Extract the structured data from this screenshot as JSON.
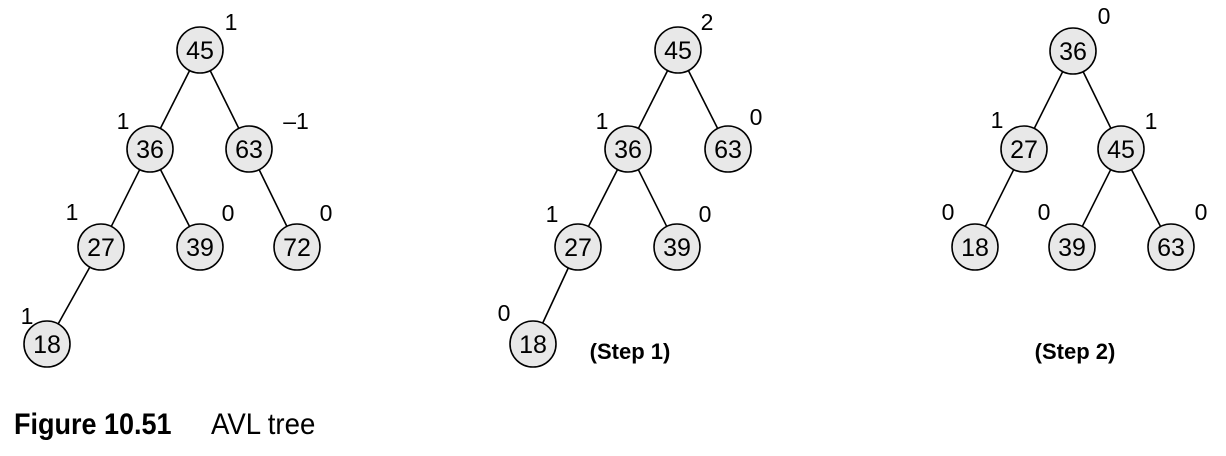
{
  "caption": {
    "number": "Figure 10.51",
    "title": "AVL tree"
  },
  "trees": [
    {
      "step_label": "",
      "nodes": [
        {
          "id": "a45",
          "value": "45",
          "balance": "1"
        },
        {
          "id": "a36",
          "value": "36",
          "balance": "1"
        },
        {
          "id": "a63",
          "value": "63",
          "balance": "–1"
        },
        {
          "id": "a27",
          "value": "27",
          "balance": "1"
        },
        {
          "id": "a39",
          "value": "39",
          "balance": "0"
        },
        {
          "id": "a72",
          "value": "72",
          "balance": "0"
        },
        {
          "id": "a18",
          "value": "18",
          "balance": "1"
        }
      ],
      "edges": [
        [
          "a45",
          "a36"
        ],
        [
          "a45",
          "a63"
        ],
        [
          "a36",
          "a27"
        ],
        [
          "a36",
          "a39"
        ],
        [
          "a63",
          "a72"
        ],
        [
          "a27",
          "a18"
        ]
      ]
    },
    {
      "step_label": "(Step 1)",
      "nodes": [
        {
          "id": "b45",
          "value": "45",
          "balance": "2"
        },
        {
          "id": "b36",
          "value": "36",
          "balance": "1"
        },
        {
          "id": "b63",
          "value": "63",
          "balance": "0"
        },
        {
          "id": "b27",
          "value": "27",
          "balance": "1"
        },
        {
          "id": "b39",
          "value": "39",
          "balance": "0"
        },
        {
          "id": "b18",
          "value": "18",
          "balance": "0"
        }
      ],
      "edges": [
        [
          "b45",
          "b36"
        ],
        [
          "b45",
          "b63"
        ],
        [
          "b36",
          "b27"
        ],
        [
          "b36",
          "b39"
        ],
        [
          "b27",
          "b18"
        ]
      ]
    },
    {
      "step_label": "(Step 2)",
      "nodes": [
        {
          "id": "c36",
          "value": "36",
          "balance": "0"
        },
        {
          "id": "c27",
          "value": "27",
          "balance": "1"
        },
        {
          "id": "c45",
          "value": "45",
          "balance": "1"
        },
        {
          "id": "c18",
          "value": "18",
          "balance": "0"
        },
        {
          "id": "c39",
          "value": "39",
          "balance": "0"
        },
        {
          "id": "c63",
          "value": "63",
          "balance": "0"
        }
      ],
      "edges": [
        [
          "c36",
          "c27"
        ],
        [
          "c36",
          "c45"
        ],
        [
          "c27",
          "c18"
        ],
        [
          "c45",
          "c39"
        ],
        [
          "c45",
          "c63"
        ]
      ]
    }
  ]
}
